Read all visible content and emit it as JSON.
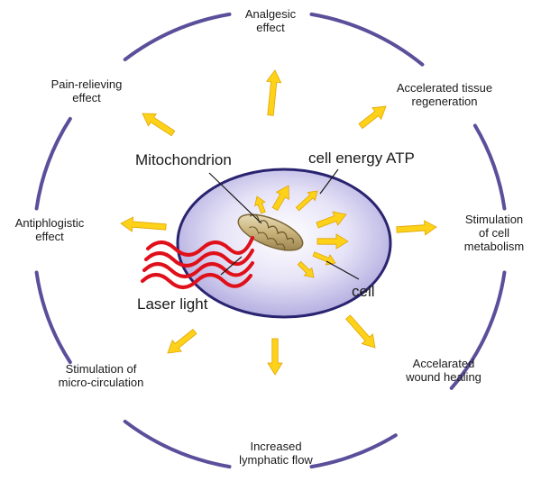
{
  "colors": {
    "ring": "#5a4f9a",
    "arrow": "#ffd21a",
    "arrow_stroke": "#e0a400",
    "cell_fill": "#d9d6f0",
    "cell_edge": "#2a2470",
    "laser": "#e0101a"
  },
  "effects": [
    {
      "id": "analgesic",
      "lines": [
        "Analgesic",
        "effect"
      ]
    },
    {
      "id": "tissue",
      "lines": [
        "Accelerated tissue",
        "regeneration"
      ]
    },
    {
      "id": "metabolism",
      "lines": [
        "Stimulation",
        "of cell",
        "metabolism"
      ]
    },
    {
      "id": "wound",
      "lines": [
        "Accelarated",
        "wound healing"
      ]
    },
    {
      "id": "lymphatic",
      "lines": [
        "Increased",
        "lymphatic flow"
      ]
    },
    {
      "id": "micro",
      "lines": [
        "Stimulation of",
        "micro-circulation"
      ]
    },
    {
      "id": "antiphlogistic",
      "lines": [
        "Antiphlogistic",
        "effect"
      ]
    },
    {
      "id": "pain",
      "lines": [
        "Pain-relieving",
        "effect"
      ]
    }
  ],
  "callouts": {
    "mitochondrion": "Mitochondrion",
    "atp": "cell energy ATP",
    "laser": "Laser light",
    "cell": "cell"
  }
}
